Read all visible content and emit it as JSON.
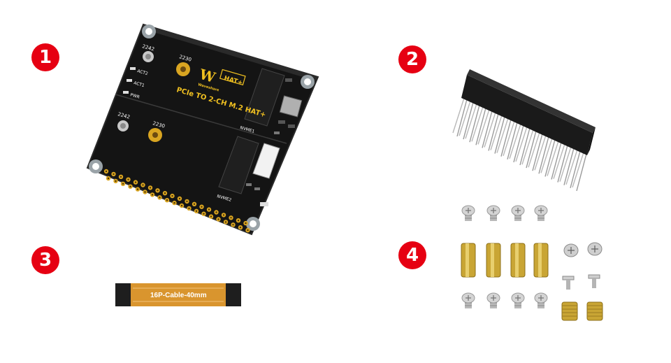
{
  "badges": {
    "one": "1",
    "two": "2",
    "three": "3",
    "four": "4"
  },
  "board": {
    "title": "PCIe TO 2-CH M.2 HAT+",
    "brand": "Waveshare",
    "hat_label": "HAT+",
    "size_2242_top": "2242",
    "size_2230_top": "2230",
    "size_2242_bottom": "2242",
    "size_2230_bottom": "2230",
    "nvme1": "NVME1",
    "nvme2": "NVME2",
    "led_act1": "ACT1",
    "led_act2": "ACT2",
    "led_pwr": "PWR"
  },
  "cable": {
    "label": "16P-Cable-40mm"
  },
  "colors": {
    "badge": "#e60012",
    "pcb": "#141414",
    "gold": "#d9a521",
    "cable": "#d9952e"
  }
}
